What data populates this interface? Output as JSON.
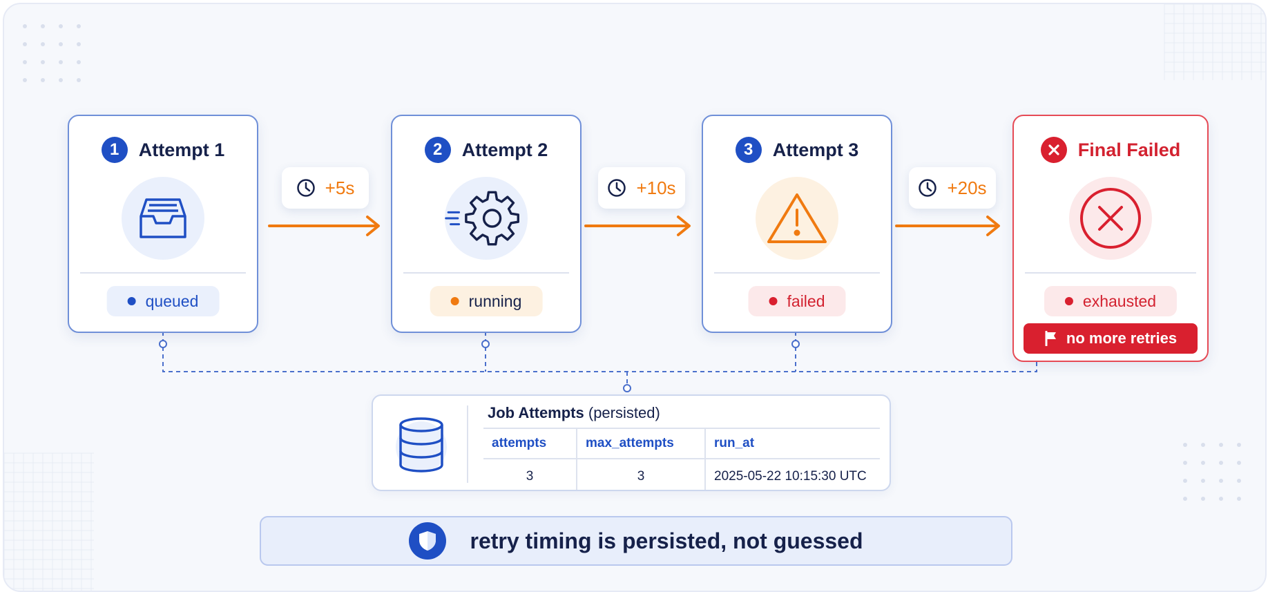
{
  "stages": [
    {
      "number": "1",
      "title": "Attempt 1",
      "status": "queued",
      "icon": "inbox-tray-icon"
    },
    {
      "number": "2",
      "title": "Attempt 2",
      "status": "running",
      "icon": "gear-icon"
    },
    {
      "number": "3",
      "title": "Attempt 3",
      "status": "failed",
      "icon": "warning-triangle-icon"
    },
    {
      "title": "Final Failed",
      "status": "exhausted",
      "icon": "x-circle-icon",
      "tag": "no more retries"
    }
  ],
  "delays": [
    "+5s",
    "+10s",
    "+20s"
  ],
  "job_table": {
    "title": "Job Attempts",
    "subtitle": "(persisted)",
    "columns": [
      "attempts",
      "max_attempts",
      "run_at"
    ],
    "row": [
      "3",
      "3",
      "2025-05-22 10:15:30 UTC"
    ]
  },
  "banner": {
    "text": "retry timing is persisted, not guessed"
  },
  "colors": {
    "primary": "#1f4fc4",
    "accent_orange": "#f07a10",
    "danger": "#d9202f",
    "queued_bg": "#eaf0fc",
    "running_bg": "#fdf1e1",
    "failed_bg": "#fce9ea"
  }
}
